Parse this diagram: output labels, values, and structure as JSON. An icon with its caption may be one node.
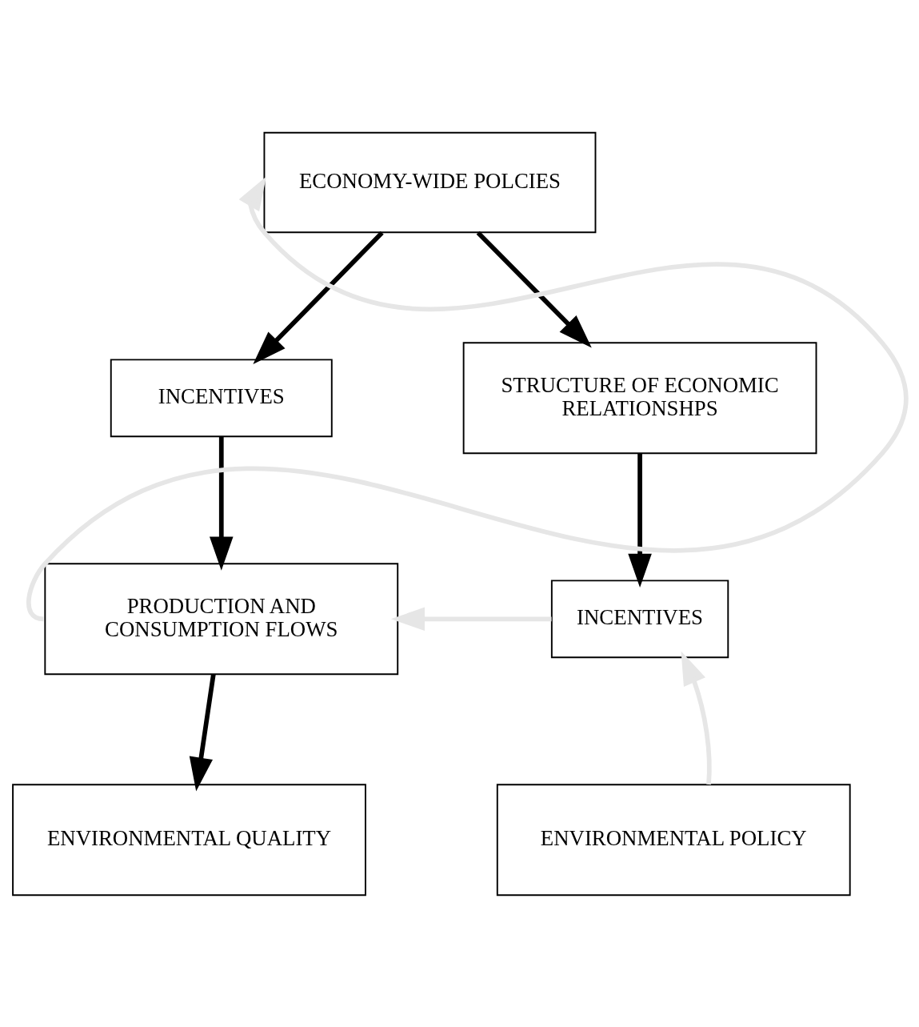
{
  "diagram": {
    "nodes": [
      {
        "text": [
          "ECONOMY-WIDE POLCIES"
        ]
      },
      {
        "text": [
          "INCENTIVES"
        ]
      },
      {
        "text": [
          "STRUCTURE OF ECONOMIC RELATIONSHPS"
        ]
      },
      {
        "text": [
          "PRODUCTION AND CONSUMPTION FLOWS"
        ]
      },
      {
        "text": [
          "INCENTIVES"
        ]
      },
      {
        "text": [
          "ENVIRONMENTAL QUALITY"
        ]
      },
      {
        "text": [
          "ENVIRONMENTAL POLICY"
        ]
      }
    ],
    "edges": [
      {
        "from": 0,
        "to": 1,
        "arrow": "to"
      },
      {
        "from": 0,
        "to": 2,
        "arrow": "to"
      },
      {
        "from": 1,
        "to": 3,
        "arrow": "to"
      },
      {
        "from": 2,
        "to": 4,
        "arrow": "to"
      },
      {
        "from": 4,
        "to": 3,
        "arrow": "to",
        "color": "#e6e6e6"
      },
      {
        "from": 3,
        "to": 5,
        "arrow": "to"
      },
      {
        "from": 6,
        "to": 4,
        "arrow": "to",
        "color": "#e6e6e6"
      },
      {
        "from": 3,
        "to": 0,
        "arrow": "to",
        "color": "#e6e6e6"
      }
    ]
  }
}
